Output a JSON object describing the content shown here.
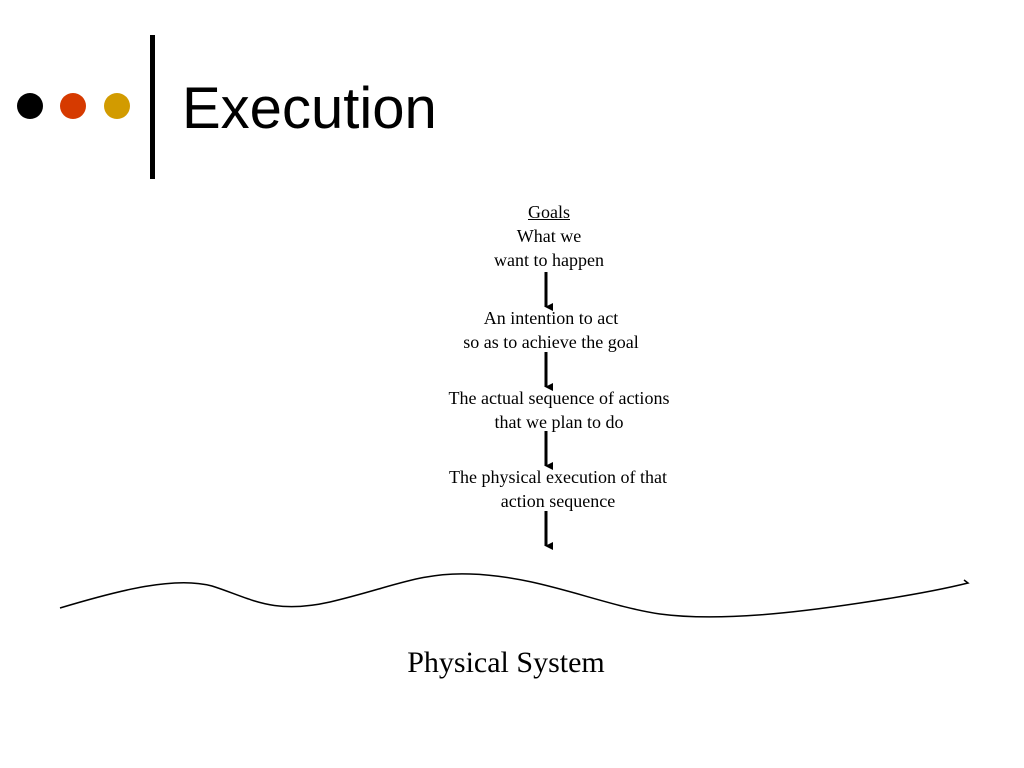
{
  "slide": {
    "title": "Execution",
    "bullet_colors": [
      "#000000",
      "#d63a00",
      "#d29b00"
    ]
  },
  "diagram": {
    "nodes": [
      {
        "id": "goals",
        "heading": "Goals",
        "lines": [
          "What we",
          "want to happen"
        ]
      },
      {
        "id": "intention",
        "lines": [
          "An intention to act",
          "so as to achieve the goal"
        ]
      },
      {
        "id": "sequence",
        "lines": [
          "The actual sequence of actions",
          "that we plan to do"
        ]
      },
      {
        "id": "execution",
        "lines": [
          "The physical execution of that",
          "action sequence"
        ]
      }
    ],
    "edges": [
      {
        "from": "goals",
        "to": "intention"
      },
      {
        "from": "intention",
        "to": "sequence"
      },
      {
        "from": "sequence",
        "to": "execution"
      },
      {
        "from": "execution",
        "to": "physical-system"
      }
    ],
    "system_label": "Physical System"
  }
}
